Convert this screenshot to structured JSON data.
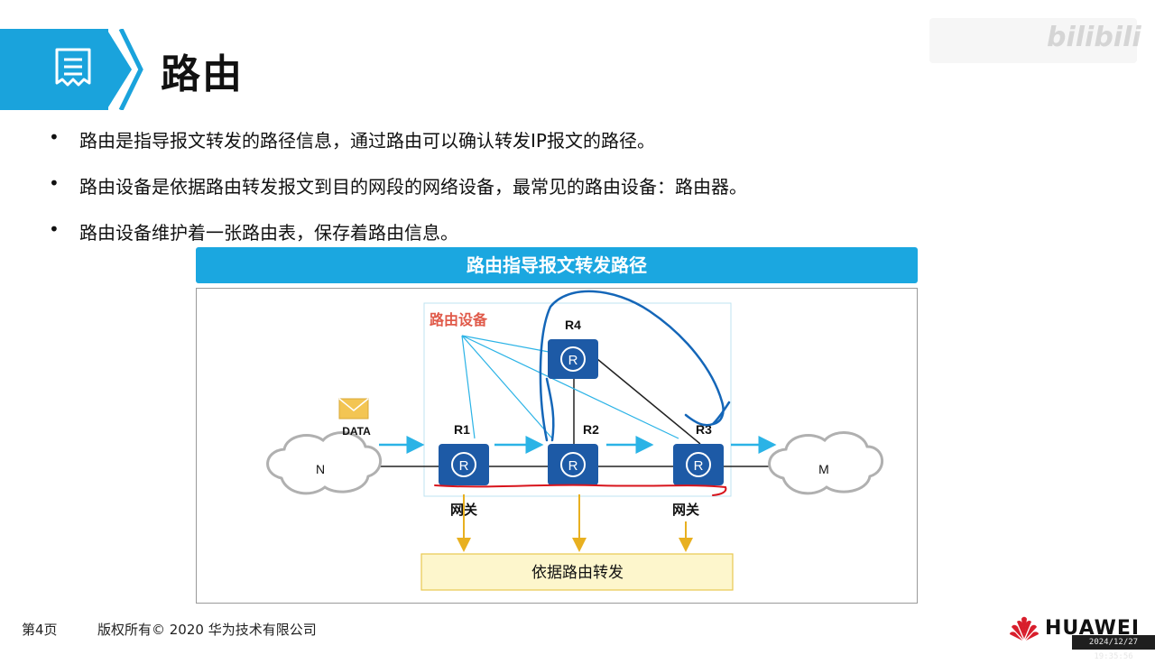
{
  "header": {
    "title": "路由"
  },
  "watermark": {
    "text": "bilibili"
  },
  "bullets": [
    "路由是指导报文转发的路径信息，通过路由可以确认转发IP报文的路径。",
    "路由设备是依据路由转发报文到目的网段的网络设备，最常见的路由设备：路由器。",
    "路由设备维护着一张路由表，保存着路由信息。"
  ],
  "diagram": {
    "title": "路由指导报文转发路径",
    "routing_device_label": "路由设备",
    "data_label": "DATA",
    "networks": {
      "left": "N",
      "right": "M"
    },
    "routers": {
      "r1": "R1",
      "r2": "R2",
      "r3": "R3",
      "r4": "R4"
    },
    "gateway_label_left": "网关",
    "gateway_label_right": "网关",
    "forward_box_label": "依据路由转发"
  },
  "footer": {
    "page": "第4页",
    "copyright": "版权所有© 2020 华为技术有限公司",
    "brand": "HUAWEI",
    "timestamp": "2024/12/27 19:35:56"
  },
  "colors": {
    "accent": "#1aa3dc",
    "router_fill": "#1d5aa6",
    "arrow_cyan": "#2bb3e6",
    "label_red": "#e05a4a",
    "gold": "#e8b020",
    "forward_box_fill": "#fdf6cc",
    "pen_blue": "#1466b8",
    "pen_red": "#d8141c"
  }
}
